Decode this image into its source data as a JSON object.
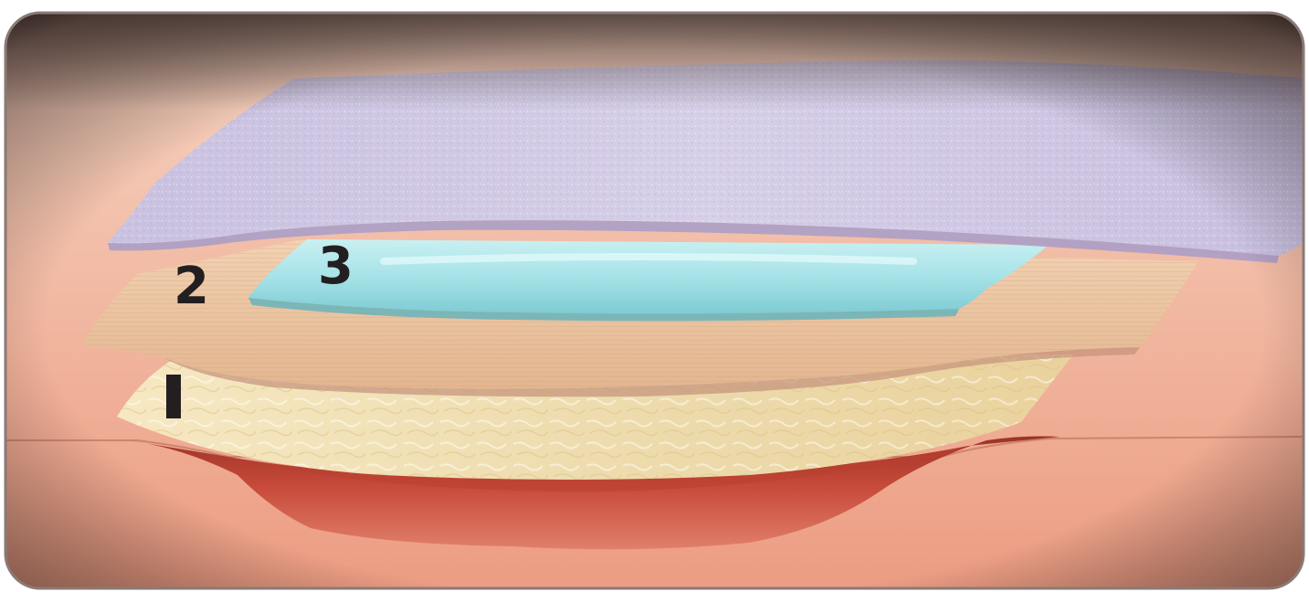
{
  "diagram": {
    "layers": [
      {
        "label": "1",
        "name": "base-layer",
        "color": "#eedcae"
      },
      {
        "label": "2",
        "name": "middle-layer",
        "color": "#ebc6a2"
      },
      {
        "label": "3",
        "name": "gel-pad",
        "color": "#a6e3e8"
      }
    ],
    "top_sheet_color": "#cdc5e3",
    "skin_color": "#f0b49a",
    "wound_color": "#d2574a",
    "frame_shadow_color": "#4a3a36"
  }
}
